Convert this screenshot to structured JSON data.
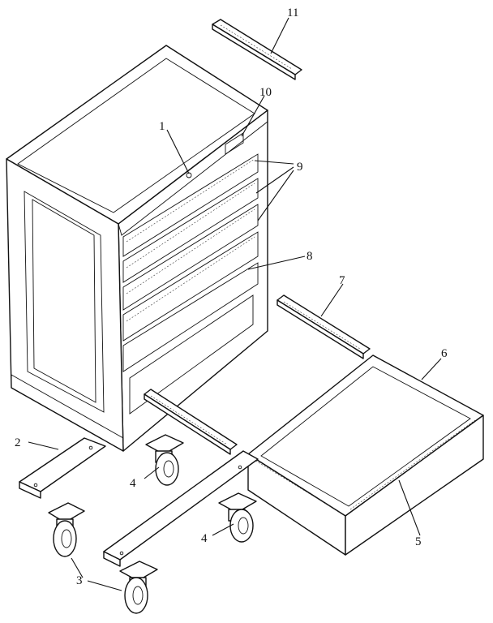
{
  "callouts": [
    {
      "id": "1",
      "text": "1"
    },
    {
      "id": "2",
      "text": "2"
    },
    {
      "id": "3",
      "text": "3"
    },
    {
      "id": "4a",
      "text": "4"
    },
    {
      "id": "4b",
      "text": "4"
    },
    {
      "id": "5",
      "text": "5"
    },
    {
      "id": "6",
      "text": "6"
    },
    {
      "id": "7",
      "text": "7"
    },
    {
      "id": "8",
      "text": "8"
    },
    {
      "id": "9",
      "text": "9"
    },
    {
      "id": "10",
      "text": "10"
    },
    {
      "id": "11",
      "text": "11"
    }
  ]
}
